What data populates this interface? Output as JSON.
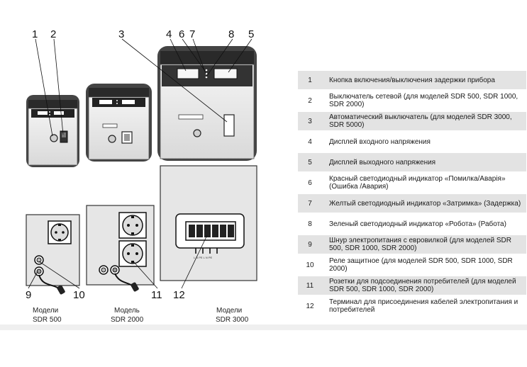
{
  "callouts": {
    "n1": "1",
    "n2": "2",
    "n3": "3",
    "n4": "4",
    "n5": "5",
    "n6": "6",
    "n7": "7",
    "n8": "8",
    "n9": "9",
    "n10": "10",
    "n11": "11",
    "n12": "12"
  },
  "models": {
    "sdr500": {
      "line1": "Модели",
      "line2": "SDR 500"
    },
    "sdr2000": {
      "line1": "Модель",
      "line2": "SDR 2000"
    },
    "sdr3000": {
      "line1": "Модели",
      "line2": "SDR 3000"
    }
  },
  "terminal_labels": "L  N  PE  L  N  PE",
  "legend": [
    {
      "num": "1",
      "text": "Кнопка включения/выключения задержки прибора"
    },
    {
      "num": "2",
      "text": "Выключатель сетевой (для моделей SDR 500, SDR 1000, SDR 2000)"
    },
    {
      "num": "3",
      "text": "Автоматический выключатель (для моделей SDR 3000, SDR 5000)"
    },
    {
      "num": "4",
      "text": "Дисплей входного напряжения"
    },
    {
      "num": "5",
      "text": "Дисплей выходного напряжения"
    },
    {
      "num": "6",
      "text": "Красный светодиодный индикатор «Помилка/Аварія» (Ошибка /Авария)"
    },
    {
      "num": "7",
      "text": "Желтый светодиодный индикатор «Затримка» (Задержка)"
    },
    {
      "num": "8",
      "text": "Зеленый светодиодный индикатор «Робота» (Работа)"
    },
    {
      "num": "9",
      "text": "Шнур электропитания с евровилкой (для моделей SDR 500, SDR 1000, SDR 2000)"
    },
    {
      "num": "10",
      "text": "Реле защитное (для моделей SDR 500, SDR 1000, SDR 2000)"
    },
    {
      "num": "11",
      "text": "Розетки для подсоединения потребителей (для моделей SDR 500, SDR 1000, SDR 2000)"
    },
    {
      "num": "12",
      "text": "Терминал для присоединения кабелей электропитания и потребителей"
    }
  ]
}
